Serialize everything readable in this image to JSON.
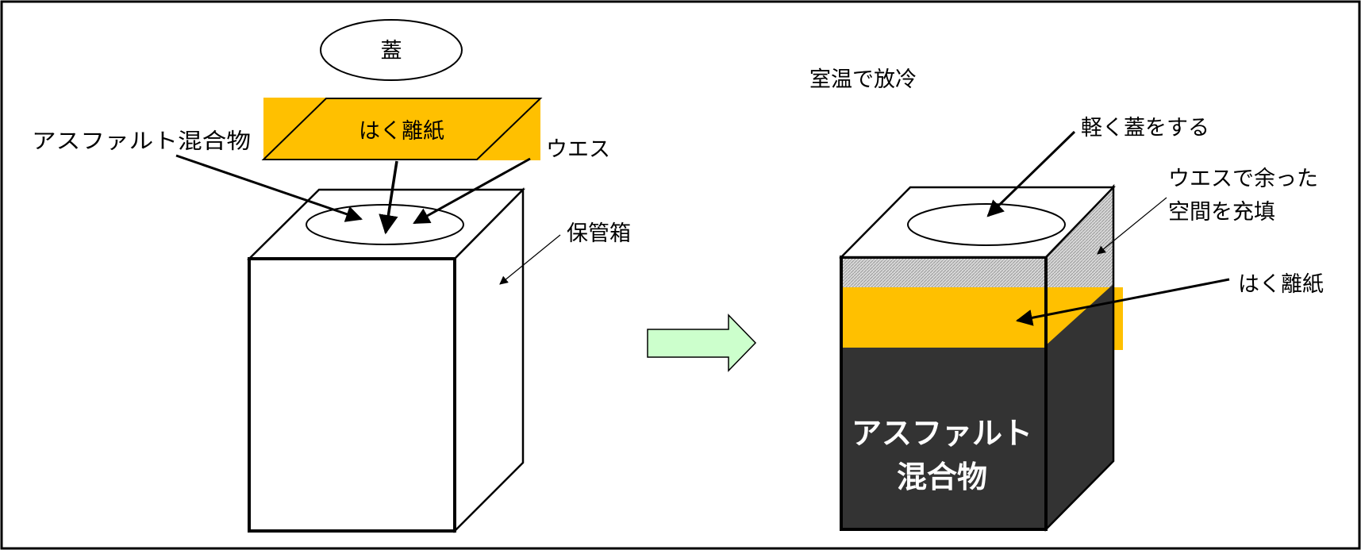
{
  "left": {
    "lid_label": "蓋",
    "release_paper_label": "はく離紙",
    "asphalt_label": "アスファルト混合物",
    "waste_label": "ウエス",
    "box_label": "保管箱"
  },
  "right": {
    "cool_label": "室温で放冷",
    "light_lid_label": "軽く蓋をする",
    "fill_label_line1": "ウエスで余った",
    "fill_label_line2": "空間を充填",
    "release_paper_label": "はく離紙",
    "asphalt_line1": "アスファルト",
    "asphalt_line2": "混合物"
  },
  "colors": {
    "release_paper": "#FFC000",
    "asphalt": "#333333",
    "waste_fill": "#C8C8C8",
    "arrow_fill": "#CCFFCC"
  }
}
